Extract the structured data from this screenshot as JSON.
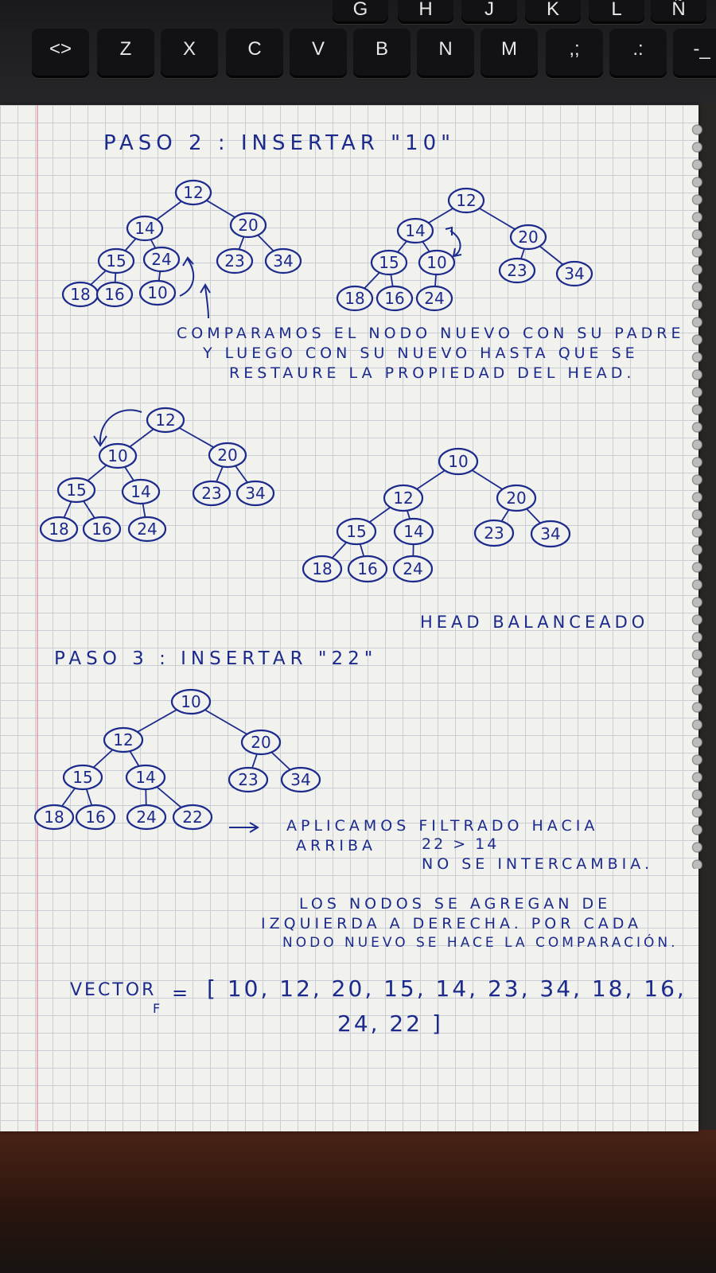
{
  "keyboard": {
    "keys_row1": [
      "G",
      "H",
      "J",
      "K",
      "L",
      "Ñ"
    ],
    "keys_row2": [
      "<>",
      "Z",
      "X",
      "C",
      "V",
      "B",
      "N",
      "M",
      ",;",
      ".:",
      "-_"
    ]
  },
  "notes": {
    "step2_title": "PASO 2 : INSERTAR \"10\"",
    "compare_note": [
      "COMPARAMOS EL NODO NUEVO CON SU PADRE",
      "Y LUEGO CON SU NUEVO HASTA QUE SE",
      "RESTAURE LA PROPIEDAD DEL HEAD."
    ],
    "balanced_label": "HEAD BALANCEADO",
    "step3_title": "PASO 3 : INSERTAR \"22\"",
    "filter_note": [
      "APLICAMOS FILTRADO HACIA",
      "ARRIBA",
      "22 > 14",
      "NO SE INTERCAMBIA."
    ],
    "order_note": [
      "LOS NODOS SE AGREGAN DE",
      "IZQUIERDA A DERECHA. POR CADA",
      "NODO NUEVO SE HACE LA COMPARACIÓN."
    ],
    "vector_label": "VECTOR",
    "vector_subscript": "F",
    "vector_equals": "=",
    "vector_line1": "[ 10, 12, 20, 15, 14, 23, 34, 18, 16,",
    "vector_line2": "24, 22 ]"
  },
  "trees": [
    {
      "nodes": [
        12,
        14,
        20,
        15,
        24,
        23,
        34,
        18,
        16,
        10
      ]
    },
    {
      "nodes": [
        12,
        14,
        20,
        15,
        10,
        23,
        34,
        18,
        16,
        24
      ]
    },
    {
      "nodes": [
        12,
        10,
        20,
        15,
        14,
        23,
        34,
        18,
        16,
        24
      ]
    },
    {
      "nodes": [
        10,
        12,
        20,
        15,
        14,
        23,
        34,
        18,
        16,
        24
      ]
    },
    {
      "nodes": [
        10,
        12,
        20,
        15,
        14,
        23,
        34,
        18,
        16,
        24,
        22
      ]
    }
  ],
  "colors": {
    "ink": "#1c2a8c",
    "paper": "#f1f1ee",
    "grid": "#c9cdd3",
    "keyboard": "#121214",
    "table": "#4a2316"
  }
}
